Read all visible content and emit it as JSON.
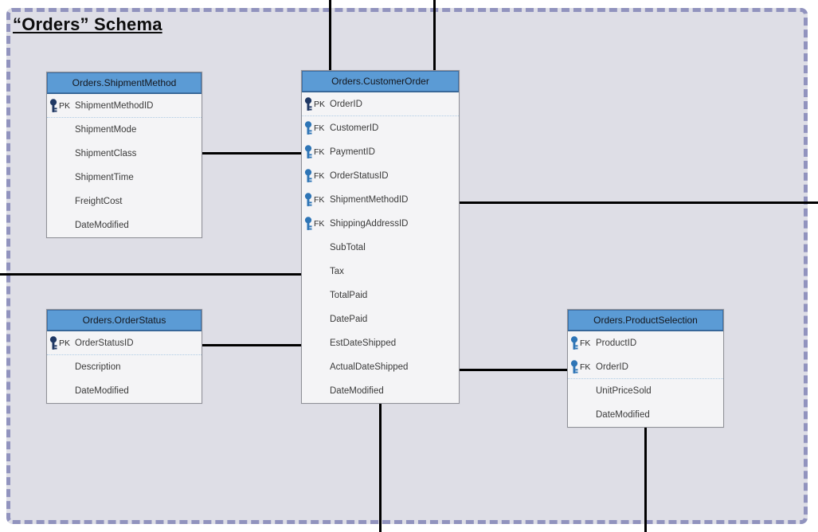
{
  "schema": {
    "title": "“Orders” Schema"
  },
  "tables": [
    {
      "id": "orders-shipment-method",
      "title": "Orders.ShipmentMethod",
      "divider_after": 0,
      "columns": [
        {
          "key": "PK",
          "name": "ShipmentMethodID"
        },
        {
          "key": "",
          "name": "ShipmentMode"
        },
        {
          "key": "",
          "name": "ShipmentClass"
        },
        {
          "key": "",
          "name": "ShipmentTime"
        },
        {
          "key": "",
          "name": "FreightCost"
        },
        {
          "key": "",
          "name": "DateModified"
        }
      ]
    },
    {
      "id": "orders-customer-order",
      "title": "Orders.CustomerOrder",
      "divider_after": 0,
      "columns": [
        {
          "key": "PK",
          "name": "OrderID"
        },
        {
          "key": "FK",
          "name": "CustomerID"
        },
        {
          "key": "FK",
          "name": "PaymentID"
        },
        {
          "key": "FK",
          "name": "OrderStatusID"
        },
        {
          "key": "FK",
          "name": "ShipmentMethodID"
        },
        {
          "key": "FK",
          "name": "ShippingAddressID"
        },
        {
          "key": "",
          "name": "SubTotal"
        },
        {
          "key": "",
          "name": "Tax"
        },
        {
          "key": "",
          "name": "TotalPaid"
        },
        {
          "key": "",
          "name": "DatePaid"
        },
        {
          "key": "",
          "name": "EstDateShipped"
        },
        {
          "key": "",
          "name": "ActualDateShipped"
        },
        {
          "key": "",
          "name": "DateModified"
        }
      ]
    },
    {
      "id": "orders-order-status",
      "title": "Orders.OrderStatus",
      "divider_after": 0,
      "columns": [
        {
          "key": "PK",
          "name": "OrderStatusID"
        },
        {
          "key": "",
          "name": "Description"
        },
        {
          "key": "",
          "name": "DateModified"
        }
      ]
    },
    {
      "id": "orders-product-selection",
      "title": "Orders.ProductSelection",
      "divider_after": 1,
      "columns": [
        {
          "key": "FK",
          "name": "ProductID"
        },
        {
          "key": "FK",
          "name": "OrderID"
        },
        {
          "key": "",
          "name": "UnitPriceSold"
        },
        {
          "key": "",
          "name": "DateModified"
        }
      ]
    }
  ],
  "colors": {
    "header_fill": "#5B9BD5",
    "pk_icon": "#1F3864",
    "fk_icon": "#2E75B6",
    "schema_fill": "#DEDEE6",
    "schema_border": "#9193BE",
    "connector": "#000000"
  }
}
